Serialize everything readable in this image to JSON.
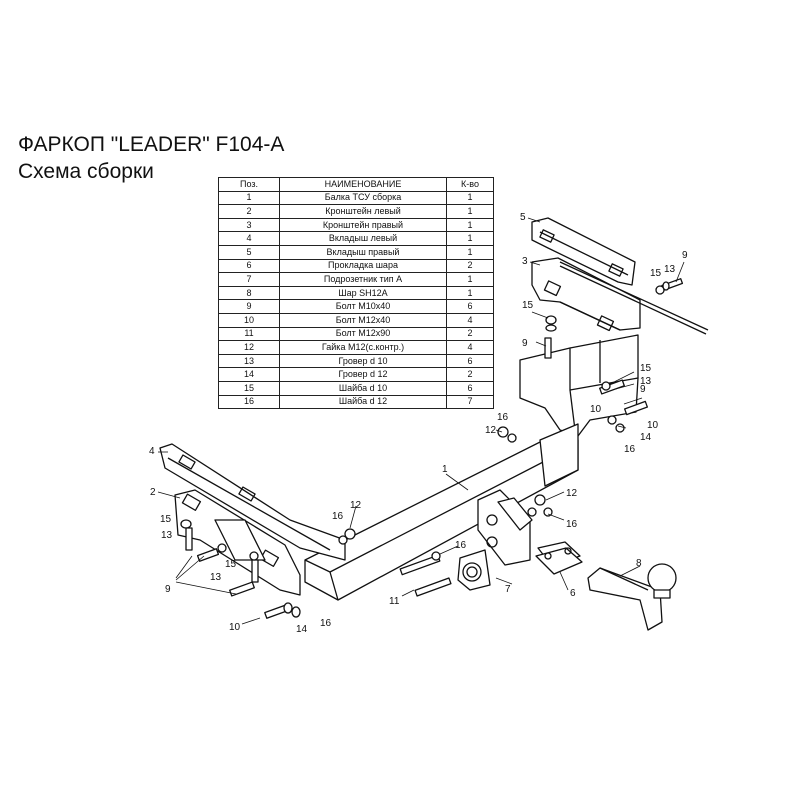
{
  "header": {
    "title": "ФАРКОП \"LEADER\" F104-A",
    "subtitle": "Схема сборки"
  },
  "table": {
    "columns": [
      "Поз.",
      "НАИМЕНОВАНИЕ",
      "К-во"
    ],
    "rows": [
      [
        "1",
        "Балка ТСУ сборка",
        "1"
      ],
      [
        "2",
        "Кронштейн левый",
        "1"
      ],
      [
        "3",
        "Кронштейн правый",
        "1"
      ],
      [
        "4",
        "Вкладыш левый",
        "1"
      ],
      [
        "5",
        "Вкладыш правый",
        "1"
      ],
      [
        "6",
        "Прокладка шара",
        "2"
      ],
      [
        "7",
        "Подрозетник тип А",
        "1"
      ],
      [
        "8",
        "Шар SH12A",
        "1"
      ],
      [
        "9",
        "Болт М10х40",
        "6"
      ],
      [
        "10",
        "Болт М12х40",
        "4"
      ],
      [
        "11",
        "Болт М12х90",
        "2"
      ],
      [
        "12",
        "Гайка М12(с.контр.)",
        "4"
      ],
      [
        "13",
        "Гровер d 10",
        "6"
      ],
      [
        "14",
        "Гровер d 12",
        "2"
      ],
      [
        "15",
        "Шайба d 10",
        "6"
      ],
      [
        "16",
        "Шайба d 12",
        "7"
      ]
    ]
  },
  "callouts": [
    "1",
    "2",
    "3",
    "4",
    "5",
    "6",
    "7",
    "8",
    "9",
    "10",
    "11",
    "12",
    "13",
    "14",
    "15",
    "16"
  ]
}
